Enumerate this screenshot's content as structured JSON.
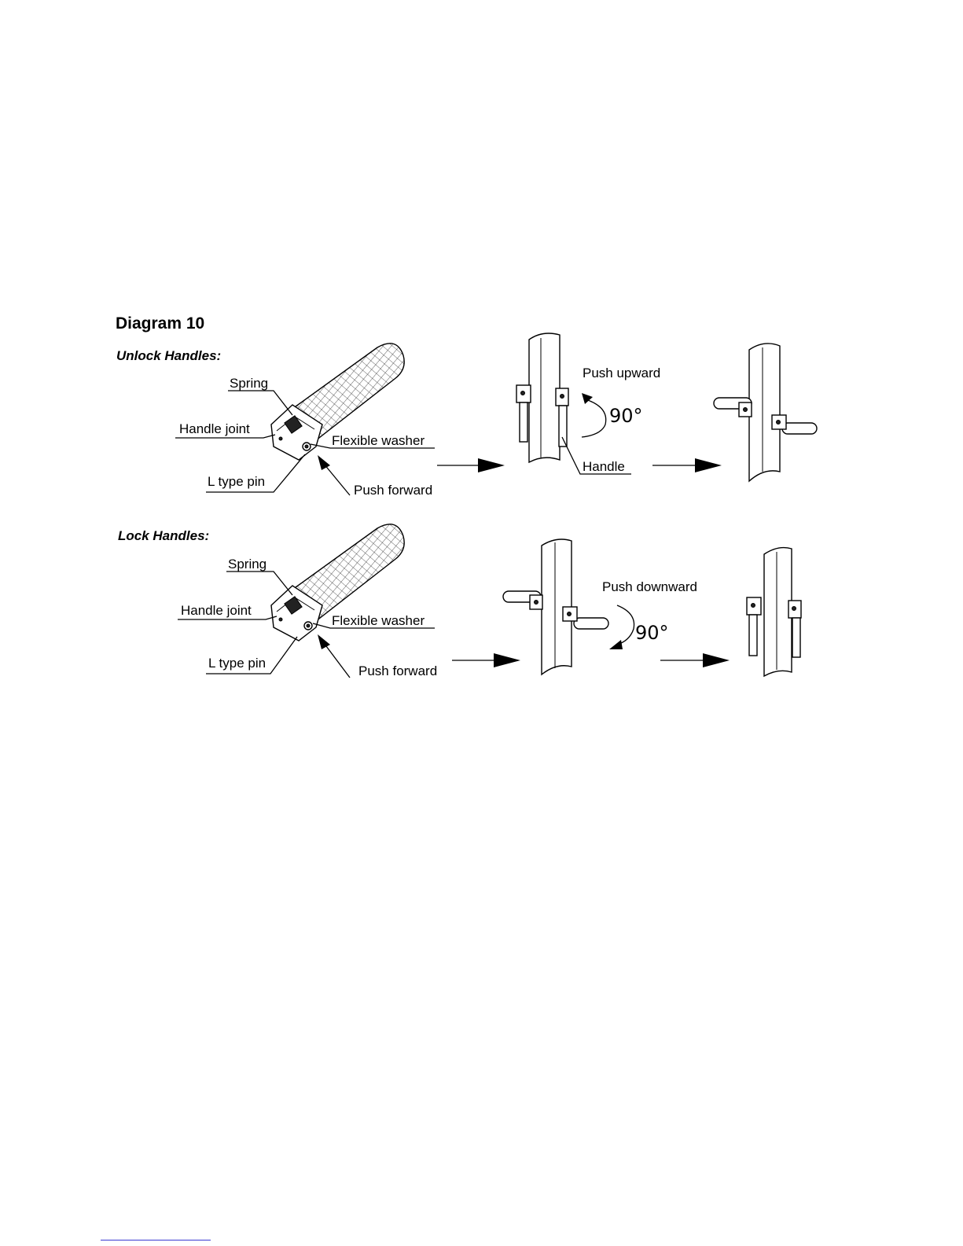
{
  "diagram": {
    "title": "Diagram 10",
    "unlock": {
      "heading": "Unlock Handles:",
      "labels": {
        "spring": "Spring",
        "handle_joint": "Handle joint",
        "flexible_washer": "Flexible washer",
        "l_type_pin": "L type pin",
        "push_forward": "Push forward",
        "push_direction": "Push upward",
        "angle": "90°",
        "handle": "Handle"
      }
    },
    "lock": {
      "heading": "Lock Handles:",
      "labels": {
        "spring": "Spring",
        "handle_joint": "Handle joint",
        "flexible_washer": "Flexible washer",
        "l_type_pin": "L type pin",
        "push_forward": "Push forward",
        "push_direction": "Push downward",
        "angle": "90°"
      }
    }
  }
}
